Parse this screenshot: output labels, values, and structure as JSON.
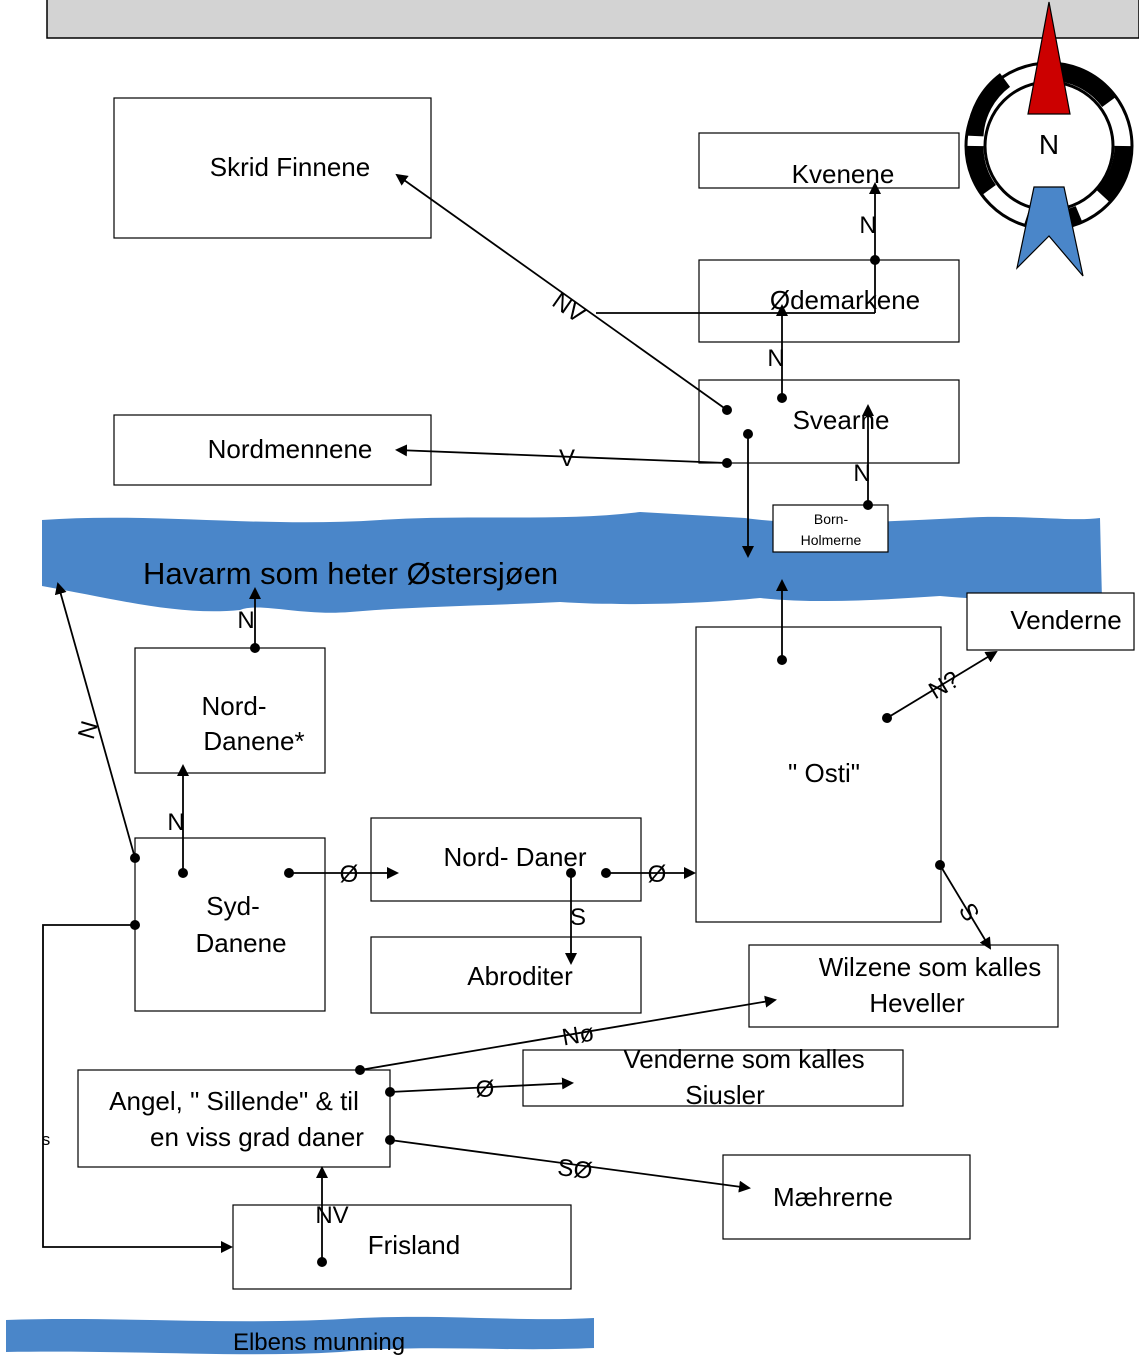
{
  "colors": {
    "water": "#4a86c9",
    "compass_red": "#cc0000",
    "compass_blue": "#4a86c9"
  },
  "title_bar": {
    "text": ""
  },
  "compass": {
    "label": "N"
  },
  "sea": {
    "label": "Havarm som heter Østersjøen"
  },
  "river": {
    "label": "Elbens munning"
  },
  "boxes": {
    "skrid": "Skrid Finnene",
    "kvenene": "Kvenene",
    "odemarkene": "Ødemarkene",
    "svearne": "Svearne",
    "nordmennene": "Nordmennene",
    "born1": "Born-",
    "born2": "Holmerne",
    "venderne": "Venderne",
    "nord_danene1": "Nord-",
    "nord_danene2": "Danene*",
    "osti": "\" Osti\"",
    "nord_daner": "Nord- Daner",
    "syd1": "Syd-",
    "syd2": "Danene",
    "abroditer": "Abroditer",
    "wilzene1": "Wilzene som kalles",
    "wilzene2": "Heveller",
    "vend_siu1": "Venderne som kalles",
    "vend_siu2": "Siusler",
    "angel1": "Angel, \" Sillende\" & til",
    "angel2": "en viss grad daner",
    "maehrerne": "Mæhrerne",
    "frisland": "Frisland"
  },
  "directions": {
    "n": "N",
    "nv_top": "NV",
    "v": "V",
    "o": "Ø",
    "s": "S",
    "nq": "N?",
    "no": "Nø",
    "so": "SØ",
    "nv": "NV",
    "s_small": "s"
  }
}
